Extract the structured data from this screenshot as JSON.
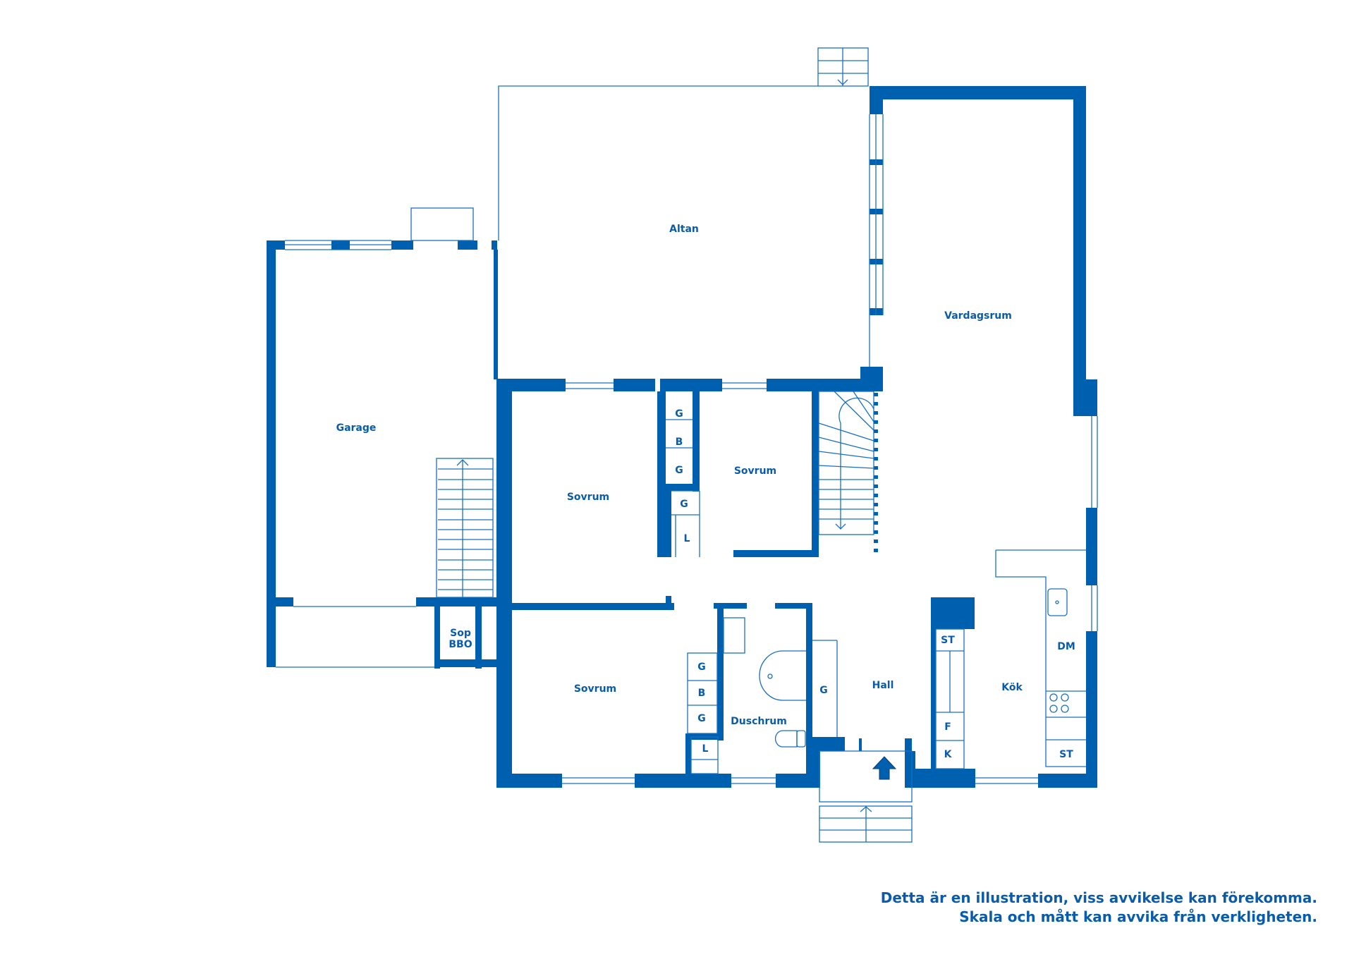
{
  "colors": {
    "wall": "#0060b0",
    "line": "#1a6fc0",
    "text": "#0a5cab",
    "background": "#ffffff"
  },
  "rooms": {
    "garage": "Garage",
    "altan": "Altan",
    "vardagsrum": "Vardagsrum",
    "sovrum_1": "Sovrum",
    "sovrum_2": "Sovrum",
    "sovrum_3": "Sovrum",
    "duschrum": "Duschrum",
    "hall": "Hall",
    "kok": "Kök",
    "sop_bbo_line1": "Sop",
    "sop_bbo_line2": "BBO"
  },
  "fixtures": {
    "wardrobe_a": [
      "G",
      "B",
      "G",
      "G",
      "L"
    ],
    "wardrobe_b": [
      "G",
      "B",
      "G",
      "L"
    ],
    "hall_closet": "G",
    "kitchen_left": [
      "ST",
      "F",
      "K"
    ],
    "kitchen_right": [
      "DM",
      "ST"
    ]
  },
  "entrance_icon": "entrance-arrow-icon",
  "disclaimer": {
    "line1": "Detta är en illustration, viss avvikelse kan förekomma.",
    "line2": "Skala och mått kan avvika från verkligheten."
  }
}
